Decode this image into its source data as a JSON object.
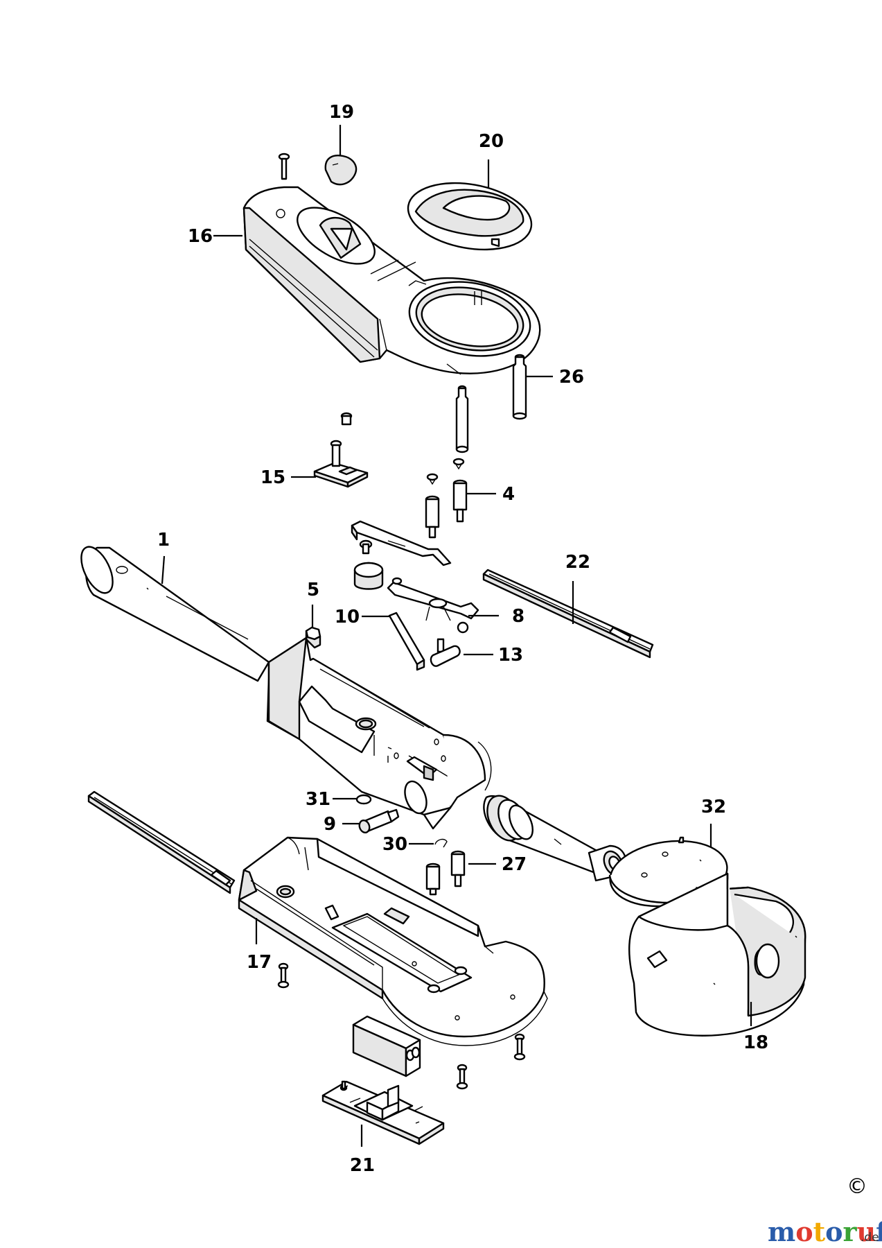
{
  "parts": [
    {
      "id": "19",
      "label": "19"
    },
    {
      "id": "20",
      "label": "20"
    },
    {
      "id": "16",
      "label": "16"
    },
    {
      "id": "26",
      "label": "26"
    },
    {
      "id": "15",
      "label": "15"
    },
    {
      "id": "4",
      "label": "4"
    },
    {
      "id": "1",
      "label": "1"
    },
    {
      "id": "22",
      "label": "22"
    },
    {
      "id": "5",
      "label": "5"
    },
    {
      "id": "10",
      "label": "10"
    },
    {
      "id": "8",
      "label": "8"
    },
    {
      "id": "13",
      "label": "13"
    },
    {
      "id": "31",
      "label": "31"
    },
    {
      "id": "32",
      "label": "32"
    },
    {
      "id": "9",
      "label": "9"
    },
    {
      "id": "30",
      "label": "30"
    },
    {
      "id": "27",
      "label": "27"
    },
    {
      "id": "17",
      "label": "17"
    },
    {
      "id": "18",
      "label": "18"
    },
    {
      "id": "21",
      "label": "21"
    }
  ],
  "copyright_symbol": "©",
  "watermark": {
    "letters": [
      "m",
      "o",
      "t",
      "o",
      "r",
      "u",
      "f"
    ],
    "suffix": ".de",
    "letter_colors": [
      "#2a5caa",
      "#e03a2f",
      "#f2a900",
      "#2a5caa",
      "#3aa335",
      "#e03a2f",
      "#2a5caa"
    ]
  },
  "colors": {
    "line": "#000000",
    "background": "#ffffff",
    "shade": "#e6e6e6"
  }
}
